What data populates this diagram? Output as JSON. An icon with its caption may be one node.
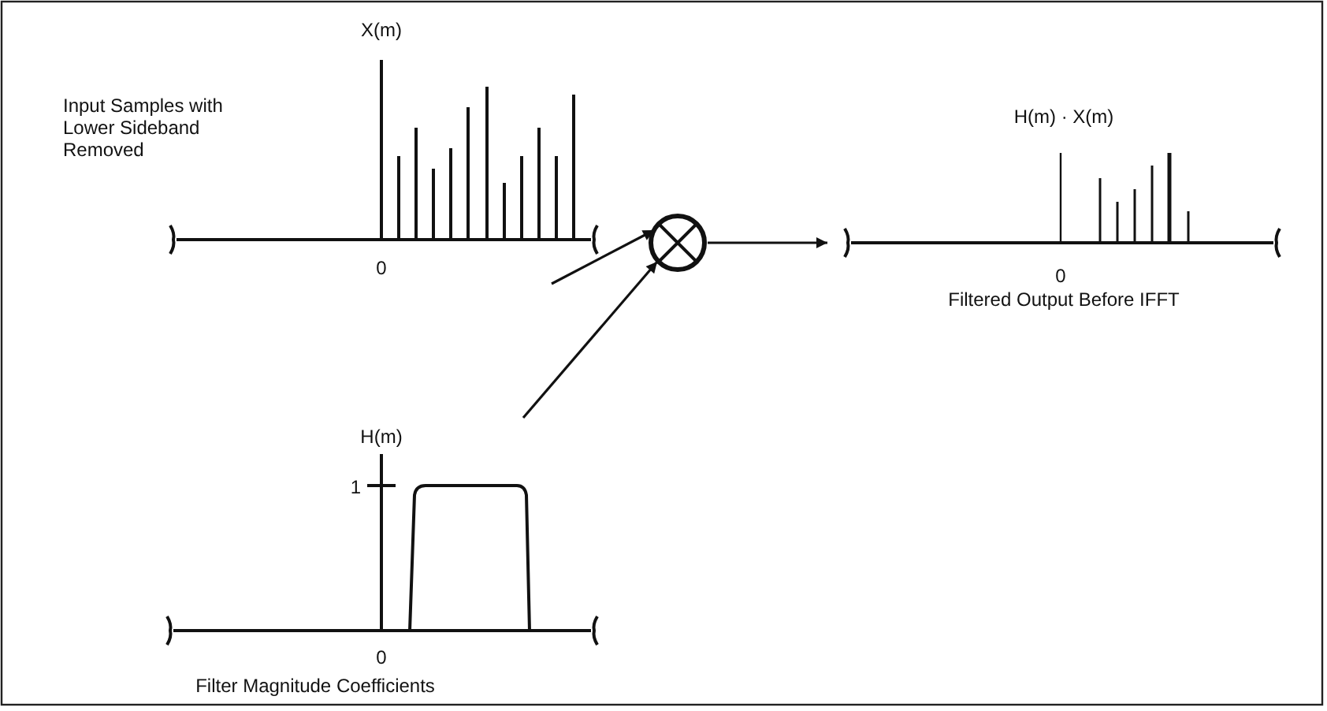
{
  "diagram": {
    "nodes": [
      {
        "text": [
          "Input Samples with Lower Sideband Removed",
          "X(m)",
          "0"
        ]
      },
      {
        "text": [
          "H(m)",
          "1",
          "0",
          "Filter Magnitude Coefficients"
        ]
      },
      {
        "text": [],
        "shape": "circle"
      },
      {
        "text": [
          "H(m) · X(m)",
          "0",
          "Filtered Output Before IFFT"
        ]
      }
    ],
    "edges": [
      {
        "from": 0,
        "to": 2,
        "arrow": "to"
      },
      {
        "from": 1,
        "to": 2,
        "arrow": "to"
      },
      {
        "from": 2,
        "to": 3,
        "arrow": "to"
      }
    ]
  }
}
